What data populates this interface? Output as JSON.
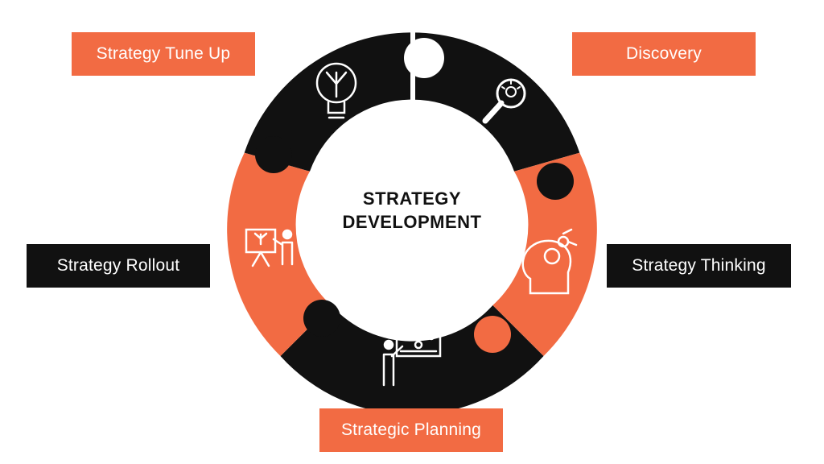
{
  "center": {
    "line1": "STRATEGY",
    "line2": "DEVELOPMENT"
  },
  "labels": {
    "tune_up": "Strategy Tune Up",
    "discovery": "Discovery",
    "rollout": "Strategy Rollout",
    "thinking": "Strategy Thinking",
    "planning": "Strategic Planning"
  },
  "colors": {
    "accent": "#f26b43",
    "dark": "#111111",
    "background": "#ffffff"
  },
  "icons": {
    "tune_up": "lightbulb-icon",
    "discovery": "magnifier-idea-icon",
    "thinking": "head-gears-icon",
    "planning": "presenter-board-icon",
    "rollout": "easel-presentation-icon"
  }
}
